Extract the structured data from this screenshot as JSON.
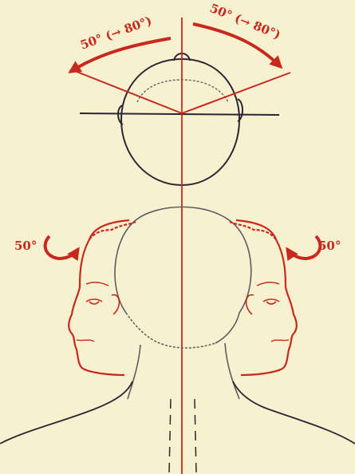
{
  "labels": {
    "top_left_arc": "50° (→ 80°)",
    "top_right_arc": "50° (→ 80°)",
    "left_rotation": "50°",
    "right_rotation": "50°"
  },
  "colors": {
    "background": "#f8f1cf",
    "accent_red": "#c8281e",
    "outline_dark": "#2b2636",
    "outline_gray": "#5c5a66"
  }
}
